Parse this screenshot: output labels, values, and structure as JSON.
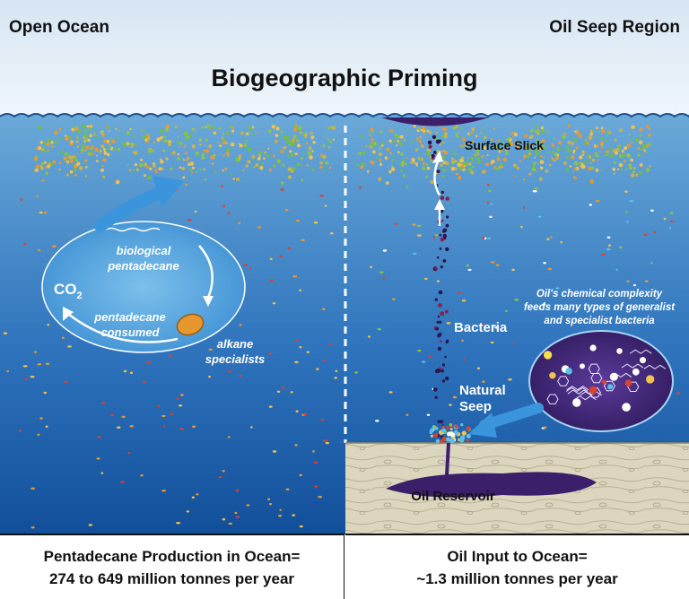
{
  "header": {
    "left_label": "Open Ocean",
    "right_label": "Oil Seep Region",
    "title": "Biogeographic Priming"
  },
  "left_scene": {
    "cycle_line1": "biological",
    "cycle_line2": "pentadecane",
    "cycle_line3": "pentadecane",
    "cycle_line4": "consumed",
    "co2_text": "CO",
    "co2_sub": "2",
    "specialists_line1": "alkane",
    "specialists_line2": "specialists"
  },
  "right_scene": {
    "surface_slick": "Surface Slick",
    "bacteria": "Bacteria",
    "seep_line1": "Natural",
    "seep_line2": "Seep",
    "reservoir": "Oil Reservoir",
    "complexity_line1": "Oil's chemical complexity",
    "complexity_line2": "feeds many types of generalist",
    "complexity_line3": "and specialist bacteria"
  },
  "footer": {
    "left_line1": "Pentadecane Production in Ocean=",
    "left_line2": "274 to 649 million tonnes per year",
    "right_line1": "Oil Input to Ocean=",
    "right_line2": "~1.3 million tonnes per year"
  },
  "colors": {
    "sky": "#e3eef8",
    "ocean_top": "#6aa9d8",
    "ocean_bottom": "#124f9a",
    "oil": "#3b1f6b",
    "sediment": "#d9d1b8",
    "arrow_blue": "#2e8fd8"
  }
}
